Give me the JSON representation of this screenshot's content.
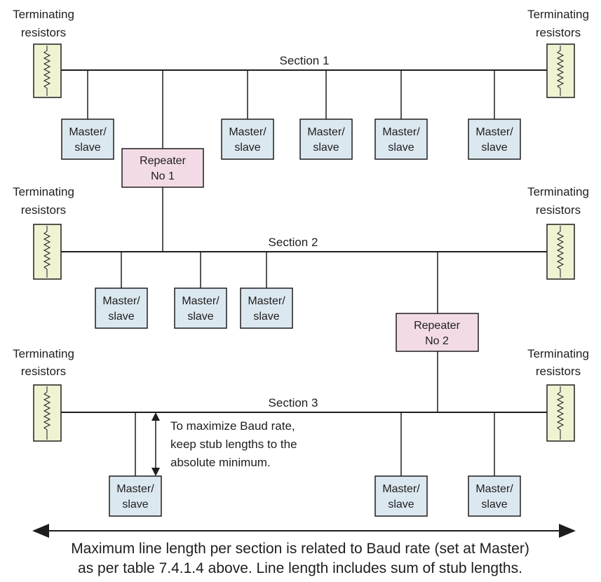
{
  "terminating_label": [
    "Terminating",
    "resistors"
  ],
  "sections": [
    {
      "label": "Section 1"
    },
    {
      "label": "Section 2"
    },
    {
      "label": "Section 3"
    }
  ],
  "master_slave": [
    "Master/",
    "slave"
  ],
  "repeaters": [
    {
      "line1": "Repeater",
      "line2": "No 1"
    },
    {
      "line1": "Repeater",
      "line2": "No 2"
    }
  ],
  "stub_note": [
    "To maximize Baud rate,",
    "keep stub lengths to the",
    "absolute minimum."
  ],
  "footer": [
    "Maximum line length per section is related to Baud rate (set at Master)",
    "as per table 7.4.1.4 above.  Line length includes sum of stub lengths."
  ],
  "colors": {
    "line": "#1e1e1e",
    "master_fill": "#dce8f0",
    "repeater_fill": "#f2dbe6",
    "resistor_fill": "#f0f2d2"
  }
}
